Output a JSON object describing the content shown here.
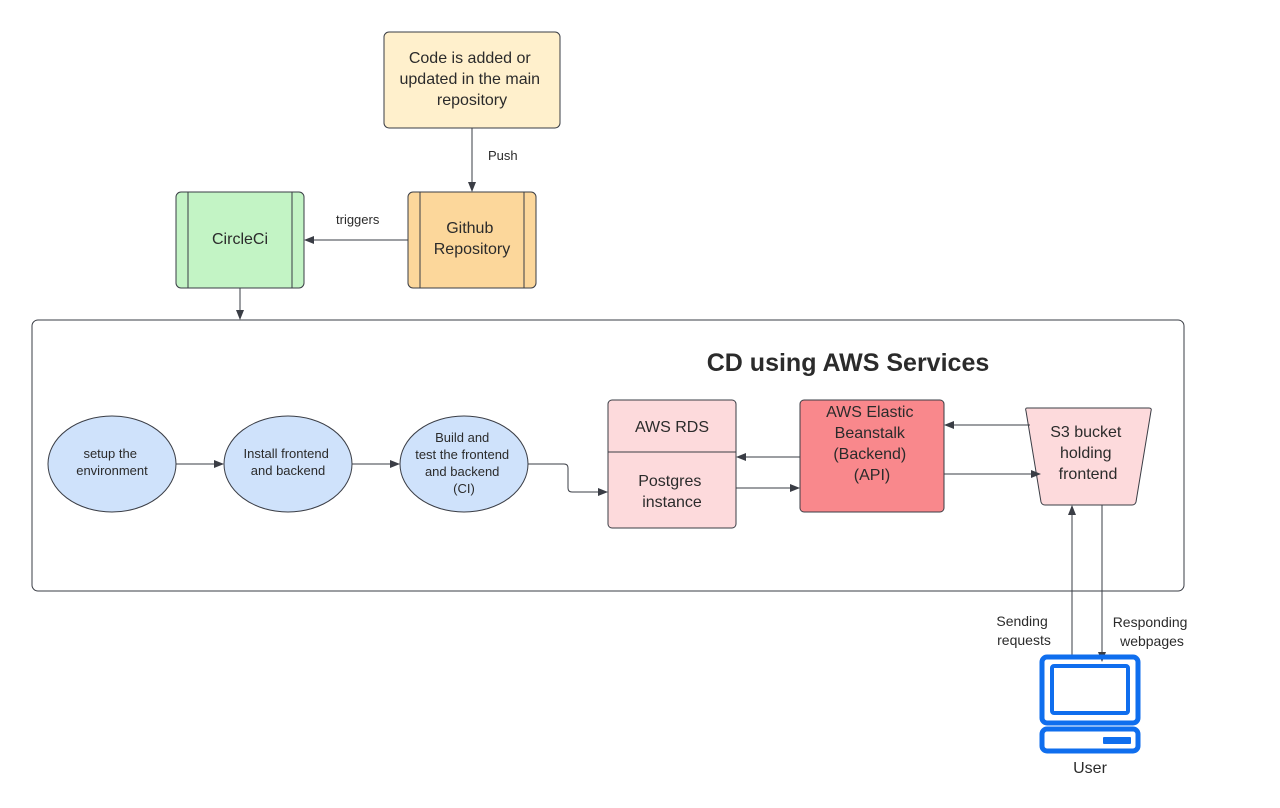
{
  "colors": {
    "yellow_light": "#FFF0CC",
    "orange_light": "#FCD79B",
    "green_light": "#C3F4C5",
    "blue_light": "#CFE2FB",
    "pink_light": "#FDDADC",
    "red_box": "#F9888C",
    "monitor_blue": "#0F6EEE",
    "stroke": "#3a3d45"
  },
  "nodes": {
    "code_added": [
      "Code is added or",
      "updated in the main",
      "repository"
    ],
    "github": [
      "Github",
      "Repository"
    ],
    "circleci": [
      "CircleCi"
    ],
    "setup": [
      "setup the",
      "environment"
    ],
    "install": [
      "Install frontend",
      "and backend"
    ],
    "build": [
      "Build and",
      "test the frontend",
      "and backend",
      "(CI)"
    ],
    "rds_title": "AWS RDS",
    "rds_body": [
      "Postgres",
      "instance"
    ],
    "beanstalk": [
      "AWS Elastic",
      "Beanstalk",
      "(Backend)",
      "(API)"
    ],
    "s3": [
      "S3 bucket",
      "holding",
      "frontend"
    ],
    "user": "User"
  },
  "labels": {
    "push": "Push",
    "triggers": "triggers",
    "sending": [
      "Sending",
      "requests"
    ],
    "responding": [
      "Responding",
      "webpages"
    ]
  },
  "container": {
    "title": "CD using AWS Services"
  },
  "icons": {
    "user_computer": "computer-monitor-icon"
  }
}
